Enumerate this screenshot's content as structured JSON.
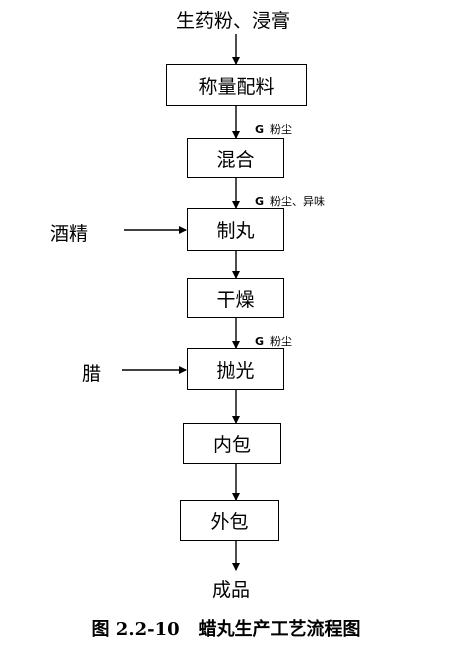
{
  "diagram": {
    "input_top": "生药粉、浸膏",
    "steps": [
      "称量配料",
      "混合",
      "制丸",
      "干燥",
      "抛光",
      "内包",
      "外包"
    ],
    "output": "成品",
    "side_inputs": {
      "alcohol": "酒精",
      "wax": "腊"
    },
    "emissions": {
      "after_weighing": {
        "code": "G",
        "text": "粉尘"
      },
      "after_mixing": {
        "code": "G",
        "text": "粉尘、异味"
      },
      "after_drying": {
        "code": "G",
        "text": "粉尘"
      }
    }
  },
  "caption": {
    "number": "图 2.2-10",
    "title": "蜡丸生产工艺流程图"
  }
}
